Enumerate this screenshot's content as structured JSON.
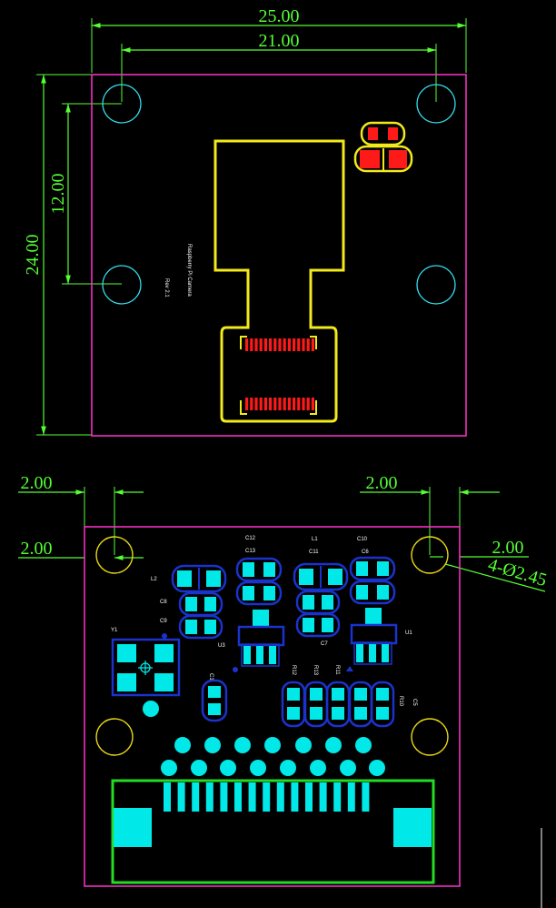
{
  "top_view": {
    "dims": {
      "width_outer": "25.00",
      "width_holes": "21.00",
      "height_outer": "24.00",
      "height_holes": "12.00"
    },
    "silkscreen": {
      "title": "Raspberry Pi Camera",
      "revision": "Rev 2.1"
    }
  },
  "bottom_view": {
    "dims": {
      "left_offset_x": "2.00",
      "right_offset_x": "2.00",
      "left_offset_y": "2.00",
      "right_offset_y": "2.00",
      "hole_callout": "4-Ø2.45"
    },
    "component_labels": {
      "L2": "L2",
      "C8": "C8",
      "C9": "C9",
      "Y1": "Y1",
      "C12": "C12",
      "C13": "C13",
      "U3": "U3",
      "L1": "L1",
      "C11": "C11",
      "C7": "C7",
      "C10": "C10",
      "C6": "C6",
      "U1": "U1",
      "C1": "C1",
      "R12": "R12",
      "R13": "R13",
      "R11": "R11",
      "R10": "R10",
      "C5": "C5"
    }
  },
  "colors": {
    "dimension": "#55ff33",
    "board_outline": "#ff33cc",
    "top_hole": "#33ddee",
    "bottom_hole": "#e8d817",
    "pad": "#00e8e8",
    "pad_outline": "#1a33cc",
    "copper_red": "#ff1a1a",
    "keepout_yellow": "#f2ea1a",
    "connector_green": "#22dd22"
  }
}
